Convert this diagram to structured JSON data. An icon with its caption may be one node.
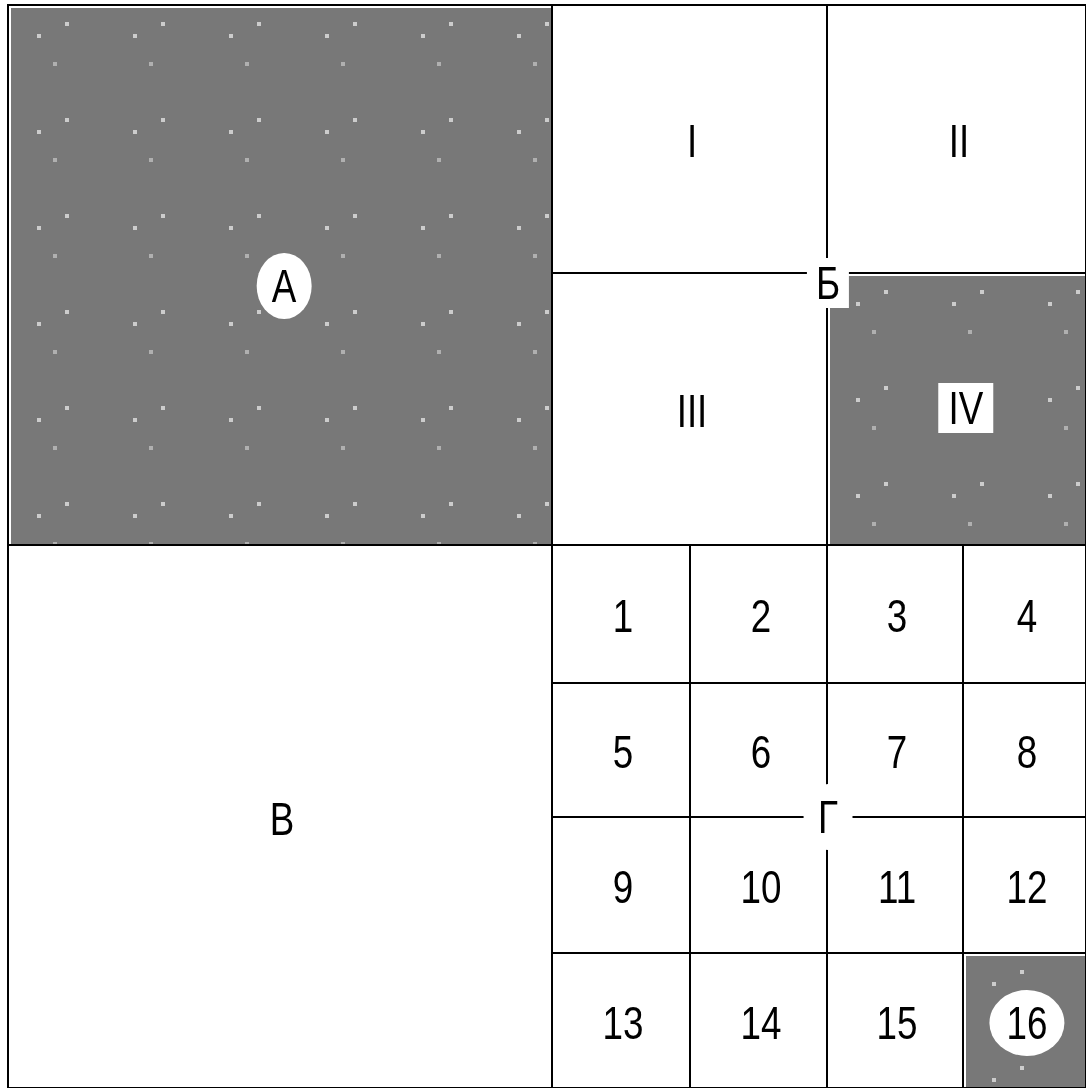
{
  "diagram": {
    "nodes": [
      {
        "text": [
          "А"
        ]
      },
      {
        "text": [
          "I"
        ]
      },
      {
        "text": [
          "II"
        ]
      },
      {
        "text": [
          "III"
        ]
      },
      {
        "text": [
          "IV"
        ]
      },
      {
        "text": [
          "В"
        ]
      },
      {
        "text": [
          "1"
        ]
      },
      {
        "text": [
          "2"
        ]
      },
      {
        "text": [
          "3"
        ]
      },
      {
        "text": [
          "4"
        ]
      },
      {
        "text": [
          "5"
        ]
      },
      {
        "text": [
          "6"
        ]
      },
      {
        "text": [
          "7"
        ]
      },
      {
        "text": [
          "8"
        ]
      },
      {
        "text": [
          "9"
        ]
      },
      {
        "text": [
          "10"
        ]
      },
      {
        "text": [
          "11"
        ]
      },
      {
        "text": [
          "12"
        ]
      },
      {
        "text": [
          "13"
        ]
      },
      {
        "text": [
          "14"
        ]
      },
      {
        "text": [
          "15"
        ]
      },
      {
        "text": [
          "16"
        ]
      }
    ],
    "labels": [
      "Б",
      "Г"
    ]
  }
}
